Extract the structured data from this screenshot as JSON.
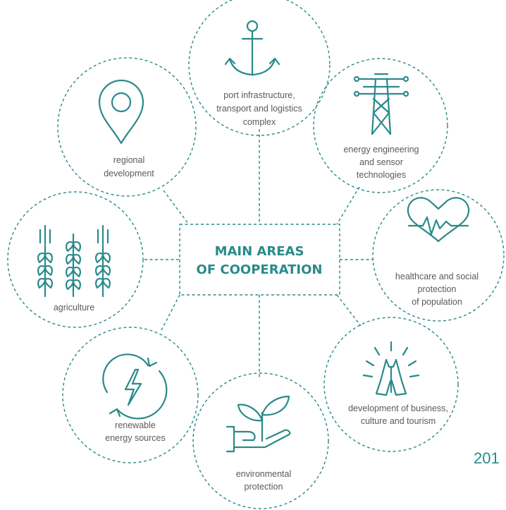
{
  "center": {
    "line1": "MAIN AREAS",
    "line2": "OF COOPERATION"
  },
  "areas": [
    {
      "icon": "anchor-icon",
      "lines": [
        "port infrastructure,",
        "transport and logistics",
        "complex"
      ]
    },
    {
      "icon": "power-tower-icon",
      "lines": [
        "energy engineering",
        "and sensor",
        "technologies"
      ]
    },
    {
      "icon": "heart-pulse-icon",
      "lines": [
        "healthcare and social",
        "protection",
        "of population"
      ]
    },
    {
      "icon": "praying-hands-icon",
      "lines": [
        "development of business,",
        "culture and tourism"
      ]
    },
    {
      "icon": "plant-hand-icon",
      "lines": [
        "environmental",
        "protection"
      ]
    },
    {
      "icon": "renewable-energy-icon",
      "lines": [
        "renewable",
        "energy sources"
      ]
    },
    {
      "icon": "wheat-icon",
      "lines": [
        "agriculture"
      ]
    },
    {
      "icon": "location-pin-icon",
      "lines": [
        "regional",
        "development"
      ]
    }
  ],
  "page_number": "201",
  "colors": {
    "accent": "#2a8a8a",
    "text": "#5a5a5a"
  }
}
